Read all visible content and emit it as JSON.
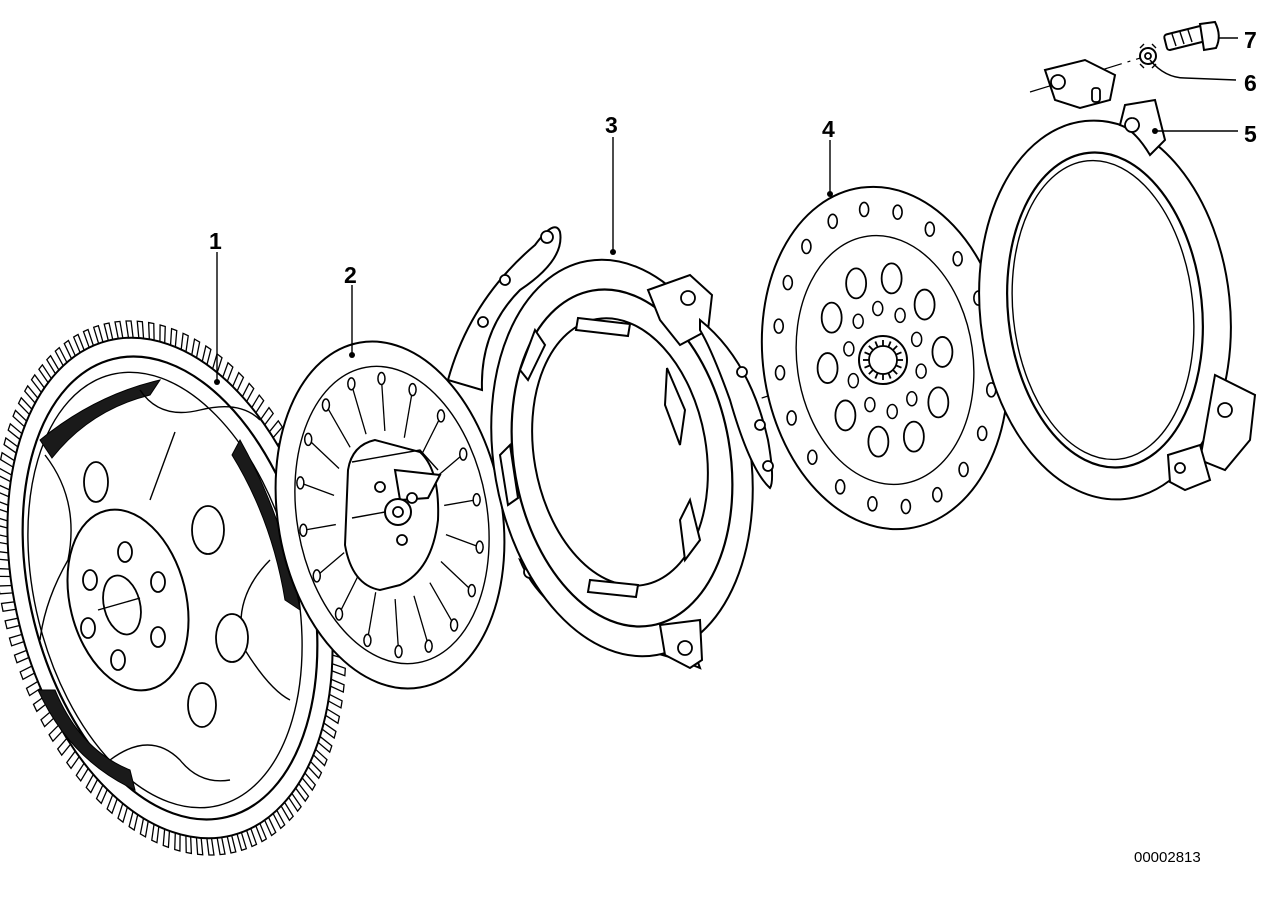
{
  "callouts": [
    {
      "id": "1",
      "label": "1"
    },
    {
      "id": "2",
      "label": "2"
    },
    {
      "id": "3",
      "label": "3"
    },
    {
      "id": "4",
      "label": "4"
    },
    {
      "id": "5",
      "label": "5"
    },
    {
      "id": "6",
      "label": "6"
    },
    {
      "id": "7",
      "label": "7"
    }
  ],
  "document_number": "00002813"
}
